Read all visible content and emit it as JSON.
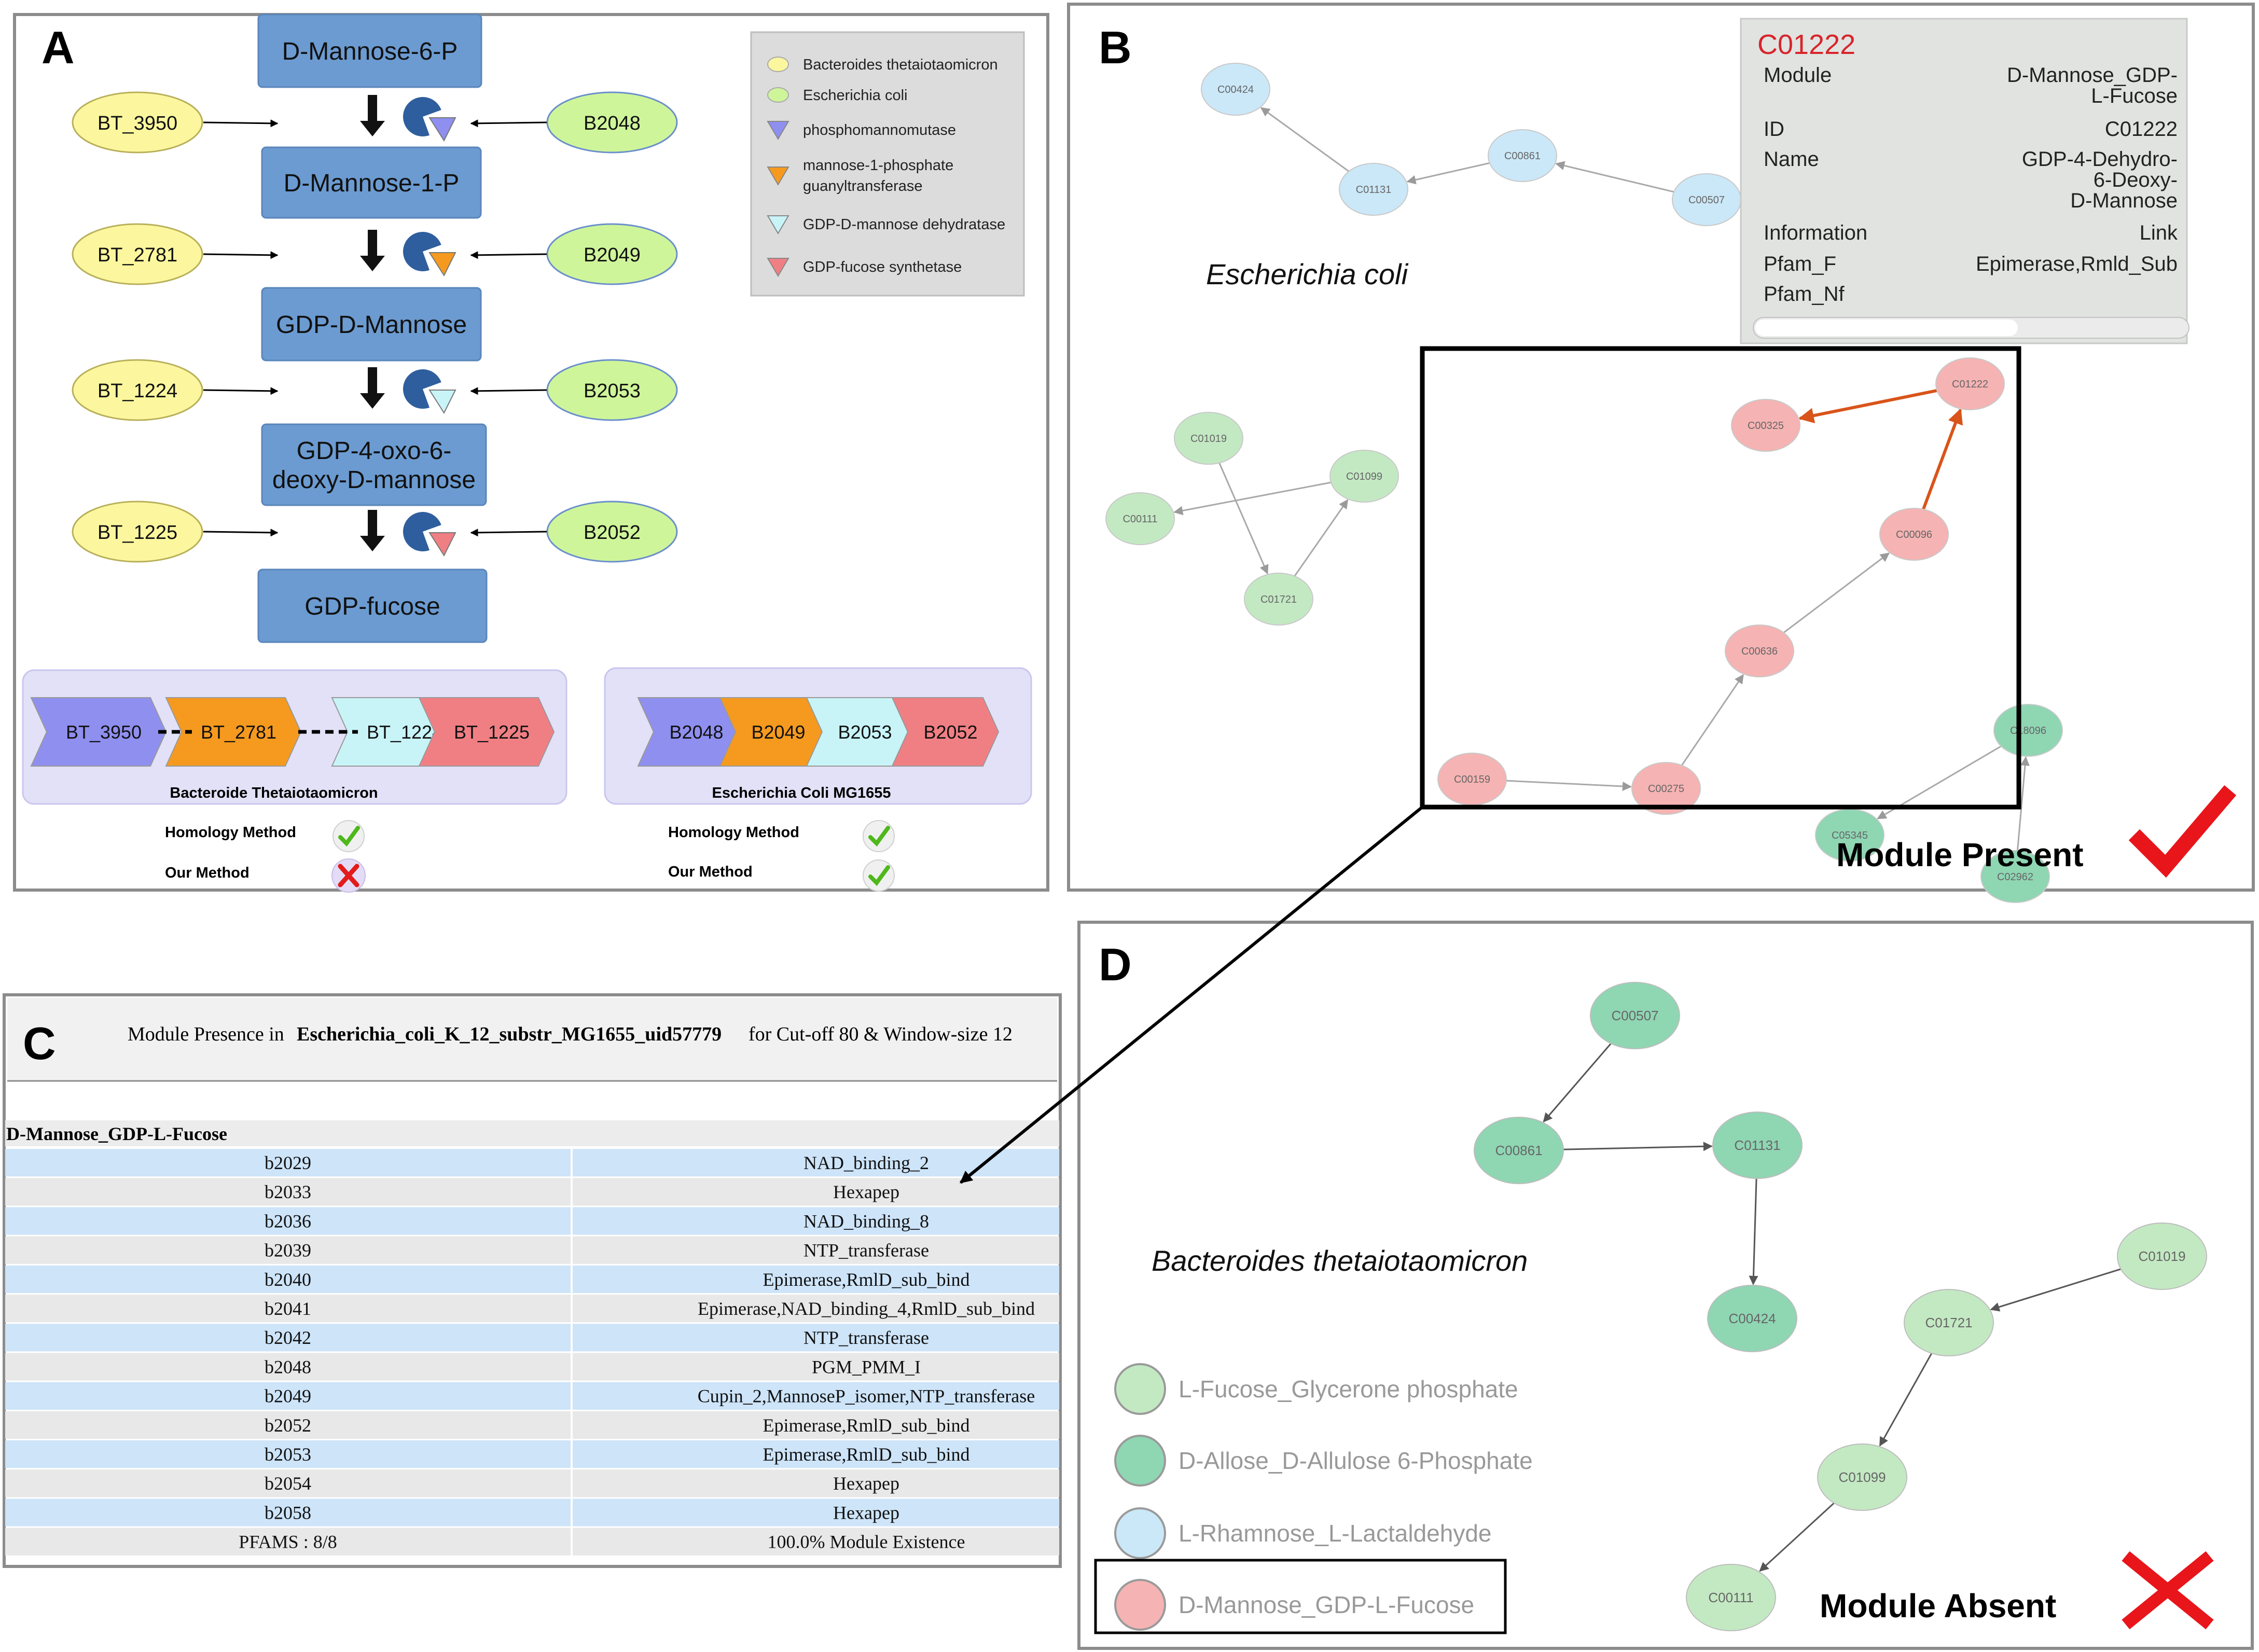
{
  "panels": {
    "a": "A",
    "b": "B",
    "c": "C",
    "d": "D"
  },
  "pathway": {
    "metabolites": [
      "D-Mannose-6-P",
      "D-Mannose-1-P",
      "GDP-D-Mannose",
      "GDP-4-oxo-6-\ndeoxy-D-mannose",
      "GDP-fucose"
    ],
    "bt_genes": [
      "BT_3950",
      "BT_2781",
      "BT_1224",
      "BT_1225"
    ],
    "ec_genes": [
      "B2048",
      "B2049",
      "B2053",
      "B2052"
    ],
    "enzyme_colors": [
      "#8f8ff0",
      "#f59a1f",
      "#c8f4f8",
      "#f07f84"
    ],
    "legend": [
      {
        "label": "Bacteroides thetaiotaomicron",
        "shape": "ellipse",
        "color": "#fcf79e"
      },
      {
        "label": "Escherichia coli",
        "shape": "ellipse",
        "color": "#cff59a"
      },
      {
        "label": "phosphomannomutase",
        "shape": "triangle",
        "color": "#8f8ff0"
      },
      {
        "label": "mannose-1-phosphate\nguanyltransferase",
        "shape": "triangle",
        "color": "#f59a1f"
      },
      {
        "label": "GDP-D-mannose dehydratase",
        "shape": "triangle",
        "color": "#c8f4f8"
      },
      {
        "label": "GDP-fucose synthetase",
        "shape": "triangle",
        "color": "#f07f84"
      }
    ],
    "operons": [
      {
        "genes": [
          "BT_3950",
          "BT_2781",
          "BT_1224",
          "BT_1225"
        ],
        "title": "Bacteroide Thetaiotaomicron"
      },
      {
        "genes": [
          "B2048",
          "B2049",
          "B2053",
          "B2052"
        ],
        "title": "Escherichia Coli MG1655"
      }
    ],
    "methods": [
      "Homology Method",
      "Our Method"
    ],
    "results": {
      "bt": [
        "check",
        "cross"
      ],
      "ec": [
        "check",
        "check"
      ]
    }
  },
  "network_b": {
    "organism_label": "Escherichia coli",
    "nodes": [
      {
        "id": "C00424",
        "color": "#cbe8f8"
      },
      {
        "id": "C00861",
        "color": "#cbe8f8"
      },
      {
        "id": "C01131",
        "color": "#cbe8f8"
      },
      {
        "id": "C00507",
        "color": "#cbe8f8"
      },
      {
        "id": "C01019",
        "color": "#c3e9c3"
      },
      {
        "id": "C01099",
        "color": "#c3e9c3"
      },
      {
        "id": "C00111",
        "color": "#c3e9c3"
      },
      {
        "id": "C01721",
        "color": "#c3e9c3"
      },
      {
        "id": "C01222",
        "color": "#f6b3b3"
      },
      {
        "id": "C00325",
        "color": "#f6b3b3"
      },
      {
        "id": "C00096",
        "color": "#f6b3b3"
      },
      {
        "id": "C00636",
        "color": "#f6b3b3"
      },
      {
        "id": "C00159",
        "color": "#f6b3b3"
      },
      {
        "id": "C00275",
        "color": "#f6b3b3"
      },
      {
        "id": "C18096",
        "color": "#8fd6b3"
      },
      {
        "id": "C05345",
        "color": "#8fd6b3"
      },
      {
        "id": "C02962",
        "color": "#8fd6b3"
      }
    ],
    "tooltip": {
      "title": "C01222",
      "rows": [
        {
          "key": "Module",
          "value": "D-Mannose_GDP-\nL-Fucose"
        },
        {
          "key": "ID",
          "value": "C01222"
        },
        {
          "key": "Name",
          "value": "GDP-4-Dehydro-\n6-Deoxy-\nD-Mannose"
        },
        {
          "key": "Information",
          "value": "Link"
        },
        {
          "key": "Pfam_F",
          "value": "Epimerase,Rmld_Sub"
        },
        {
          "key": "Pfam_Nf",
          "value": ""
        }
      ]
    },
    "status": "Module  Present"
  },
  "table_c": {
    "header": {
      "prefix": "Module Presence in",
      "organism": "Escherichia_coli_K_12_substr_MG1655_uid57779",
      "suffix": "for Cut-off  80  & Window-size  12"
    },
    "module_name": "D-Mannose_GDP-L-Fucose",
    "rows": [
      [
        "b2029",
        "NAD_binding_2"
      ],
      [
        "b2033",
        "Hexapep"
      ],
      [
        "b2036",
        "NAD_binding_8"
      ],
      [
        "b2039",
        "NTP_transferase"
      ],
      [
        "b2040",
        "Epimerase,RmlD_sub_bind"
      ],
      [
        "b2041",
        "Epimerase,NAD_binding_4,RmlD_sub_bind"
      ],
      [
        "b2042",
        "NTP_transferase"
      ],
      [
        "b2048",
        "PGM_PMM_I"
      ],
      [
        "b2049",
        "Cupin_2,MannoseP_isomer,NTP_transferase"
      ],
      [
        "b2052",
        "Epimerase,RmlD_sub_bind"
      ],
      [
        "b2053",
        "Epimerase,RmlD_sub_bind"
      ],
      [
        "b2054",
        "Hexapep"
      ],
      [
        "b2058",
        "Hexapep"
      ]
    ],
    "footer": [
      "PFAMS : 8/8",
      "100.0% Module Existence"
    ]
  },
  "network_d": {
    "organism_label": "Bacteroides thetaiotaomicron",
    "nodes": [
      {
        "id": "C00507",
        "color": "#8fd6b3"
      },
      {
        "id": "C00861",
        "color": "#8fd6b3"
      },
      {
        "id": "C01131",
        "color": "#8fd6b3"
      },
      {
        "id": "C00424",
        "color": "#8fd6b3"
      },
      {
        "id": "C01019",
        "color": "#c3e9c3"
      },
      {
        "id": "C01721",
        "color": "#c3e9c3"
      },
      {
        "id": "C01099",
        "color": "#c3e9c3"
      },
      {
        "id": "C00111",
        "color": "#c3e9c3"
      }
    ],
    "legend": [
      {
        "label": "L-Fucose_Glycerone phosphate",
        "color": "#c3e9c3"
      },
      {
        "label": "D-Allose_D-Allulose 6-Phosphate",
        "color": "#8fd6b3"
      },
      {
        "label": "L-Rhamnose_L-Lactaldehyde",
        "color": "#cbe8f8"
      },
      {
        "label": "D-Mannose_GDP-L-Fucose",
        "color": "#f6b3b3"
      }
    ],
    "status": "Module  Absent"
  },
  "colors": {
    "metabolite_box": "#6b9bd1",
    "bt_gene": "#fcf79e",
    "ec_gene": "#cff59a",
    "operon_bg": "#e3e1f7",
    "pie": "#2f5e9e",
    "present_mark": "#e8151b",
    "absent_mark": "#e8151b",
    "row_blue": "#cde4f9",
    "row_gray": "#e8e8e8"
  }
}
